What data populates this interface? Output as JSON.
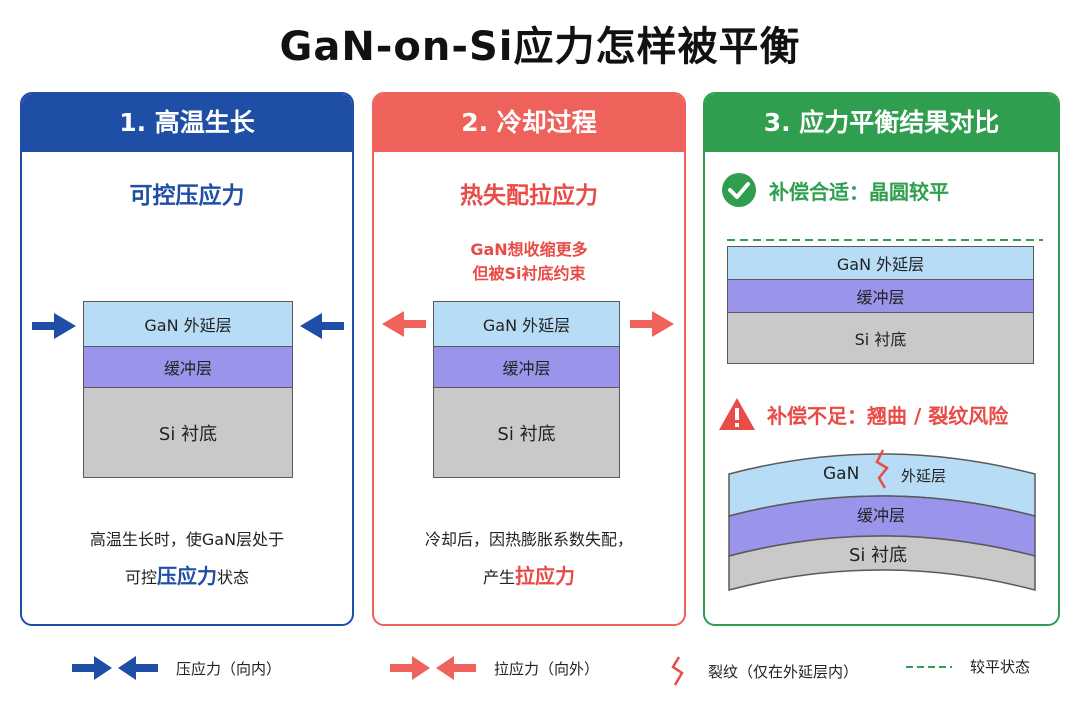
{
  "title": "GaN-on-Si应力怎样被平衡",
  "panels": [
    {
      "header": "1. 高温生长",
      "subtitle": "可控压应力",
      "layers": [
        "GaN 外延层",
        "缓冲层",
        "Si 衬底"
      ],
      "desc_line1": "高温生长时，使GaN层处于",
      "desc_line2_pre": "可控",
      "desc_line2_hl": "压应力",
      "desc_line2_post": "状态"
    },
    {
      "header": "2. 冷却过程",
      "subtitle": "热失配拉应力",
      "note_line1": "GaN想收缩更多",
      "note_line2": "但被Si衬底约束",
      "layers": [
        "GaN 外延层",
        "缓冲层",
        "Si 衬底"
      ],
      "desc_line1": "冷却后，因热膨胀系数失配，",
      "desc_line2_pre": "产生",
      "desc_line2_hl": "拉应力"
    },
    {
      "header": "3. 应力平衡结果对比",
      "good_label": "补偿合适：晶圆较平",
      "good_layers": [
        "GaN 外延层",
        "缓冲层",
        "Si 衬底"
      ],
      "bad_label": "补偿不足：翘曲 / 裂纹风险",
      "bad_layers": [
        "GaN",
        "外延层",
        "缓冲层",
        "Si 衬底"
      ]
    }
  ],
  "legend": {
    "compressive": "压应力（向内）",
    "tensile": "拉应力（向外）",
    "crack": "裂纹（仅在外延层内）",
    "flat": "较平状态"
  },
  "colors": {
    "blue": "#1f4ea6",
    "red": "#ee625b",
    "green": "#2f9e4f",
    "gan": "#b7dcf5",
    "buffer": "#9a94ea",
    "si": "#c9c9c9"
  }
}
